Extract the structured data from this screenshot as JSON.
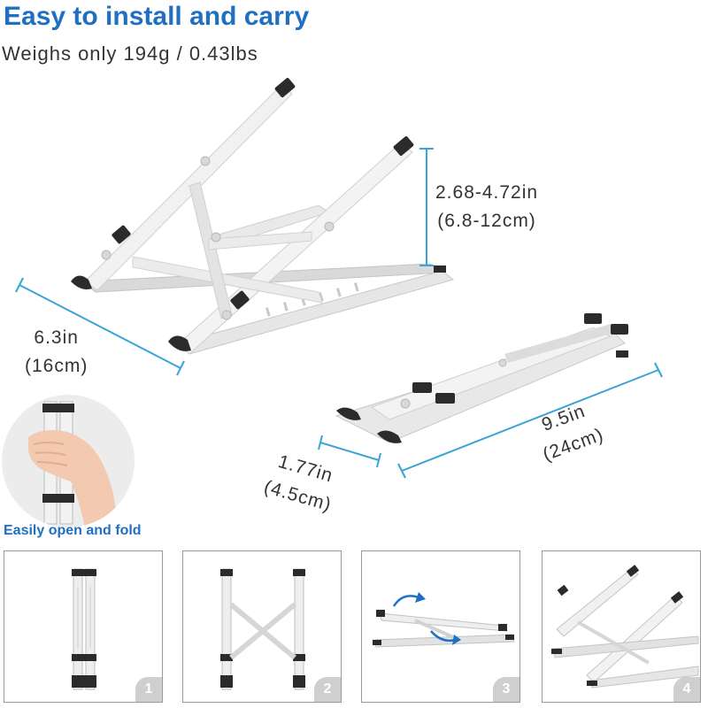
{
  "header": {
    "title": "Easy to install and carry",
    "subtitle": "Weighs only 194g / 0.43lbs"
  },
  "dimensions": {
    "height_in": "2.68-4.72in",
    "height_cm": "(6.8-12cm)",
    "depth_in": "6.3in",
    "depth_cm": "(16cm)",
    "folded_thickness_in": "1.77in",
    "folded_thickness_cm": "(4.5cm)",
    "length_in": "9.5in",
    "length_cm": "(24cm)"
  },
  "steps": {
    "label": "Easily open and fold",
    "items": [
      {
        "number": "1"
      },
      {
        "number": "2"
      },
      {
        "number": "3"
      },
      {
        "number": "4"
      }
    ]
  },
  "colors": {
    "accent": "#1f6fc2",
    "dimension_line": "#3aa3d8",
    "aluminum": "#e4e4e4",
    "pad": "#2b2b2b"
  }
}
